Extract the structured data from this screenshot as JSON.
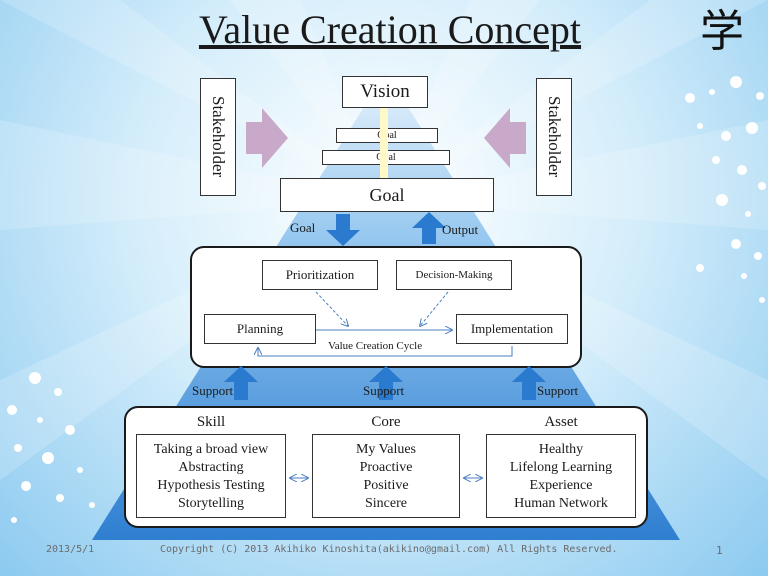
{
  "slide": {
    "title": "Value Creation Concept",
    "kanji": "学",
    "vision": "Vision",
    "goal_small_1": "Goal",
    "goal_small_2": "Goal",
    "goal_main": "Goal",
    "stakeholder_left": "Stakeholder",
    "stakeholder_right": "Stakeholder",
    "goal_arrow_label": "Goal",
    "output_label": "Output",
    "cycle": {
      "prioritization": "Prioritization",
      "decision_making": "Decision-Making",
      "planning": "Planning",
      "implementation": "Implementation",
      "caption": "Value Creation Cycle"
    },
    "support_labels": [
      "Support",
      "Support",
      "Support"
    ],
    "foundation": {
      "skill": {
        "heading": "Skill",
        "items": [
          "Taking a broad view",
          "Abstracting",
          "Hypothesis Testing",
          "Storytelling"
        ]
      },
      "core": {
        "heading": "Core",
        "items": [
          "My Values",
          "Proactive",
          "Positive",
          "Sincere"
        ]
      },
      "asset": {
        "heading": "Asset",
        "items": [
          "Healthy",
          "Lifelong Learning",
          "Experience",
          "Human Network"
        ]
      }
    },
    "footer": {
      "date": "2013/5/1",
      "copyright": "Copyright (C) 2013  Akihiko Kinoshita(akikino@gmail.com)  All Rights Reserved.",
      "page": "1"
    }
  },
  "colors": {
    "pyramid": "#2f7fd1",
    "arrow_blue": "#2a7ad0",
    "stakeholder_arrow": "#c9a9c9",
    "dots": "#ffffff"
  }
}
